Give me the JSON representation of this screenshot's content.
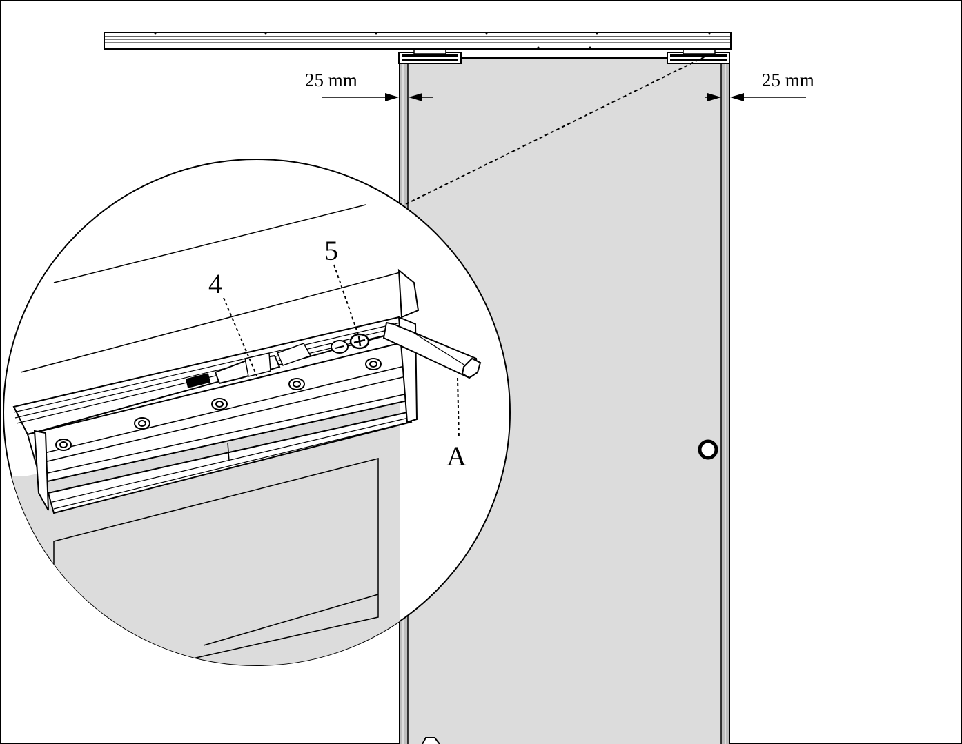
{
  "figure": {
    "dimension_left": "25 mm",
    "dimension_right": "25 mm",
    "callout_4": "4",
    "callout_5": "5",
    "callout_A": "A"
  },
  "colors": {
    "line": "#000000",
    "door_fill": "#dcdcdc",
    "door_edge": "#b8b8b8",
    "background": "#ffffff"
  }
}
